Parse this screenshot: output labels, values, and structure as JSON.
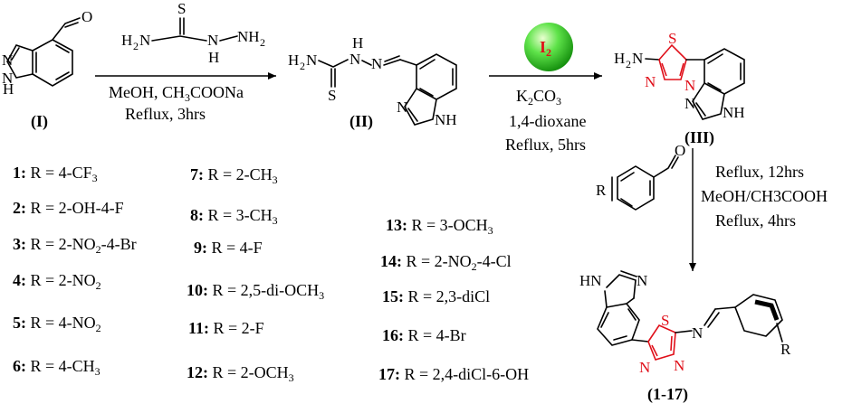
{
  "reagents": {
    "step1_top": "H2N–C(=S)–NH–NH2",
    "step1_solvent": "MeOH, CH3COONa",
    "step1_cond": "Reflux, 3hrs",
    "step2_catalyst": "I2",
    "step2_base": "K2CO3",
    "step2_solvent": "1,4-dioxane",
    "step2_cond": "Reflux, 5hrs",
    "step3_cond1": "Reflux, 12hrs",
    "step3_solvent": "MeOH/CH3COOH",
    "step3_cond2": "Reflux, 4hrs"
  },
  "compounds": {
    "c1": "(I)",
    "c2": "(II)",
    "c3": "(III)",
    "c4": "(1-17)"
  },
  "substituents": [
    {
      "num": "1:",
      "r": "R = 4-CF3"
    },
    {
      "num": "2:",
      "r": "R = 2-OH-4-F"
    },
    {
      "num": "3:",
      "r": "R = 2-NO2-4-Br"
    },
    {
      "num": "4:",
      "r": "R = 2-NO2"
    },
    {
      "num": "5:",
      "r": "R = 4-NO2"
    },
    {
      "num": "6:",
      "r": "R = 4-CH3"
    },
    {
      "num": "7:",
      "r": "R = 2-CH3"
    },
    {
      "num": "8:",
      "r": "R = 3-CH3"
    },
    {
      "num": "9:",
      "r": "R = 4-F"
    },
    {
      "num": "10:",
      "r": "R = 2,5-di-OCH3"
    },
    {
      "num": "11:",
      "r": "R = 2-F"
    },
    {
      "num": "12:",
      "r": "R = 2-OCH3"
    },
    {
      "num": "13:",
      "r": "R = 3-OCH3"
    },
    {
      "num": "14:",
      "r": "R = 2-NO2-4-Cl"
    },
    {
      "num": "15:",
      "r": "R = 2,3-diCl"
    },
    {
      "num": "16:",
      "r": "R = 4-Br"
    },
    {
      "num": "17:",
      "r": "R = 2,4-diCl-6-OH"
    }
  ]
}
